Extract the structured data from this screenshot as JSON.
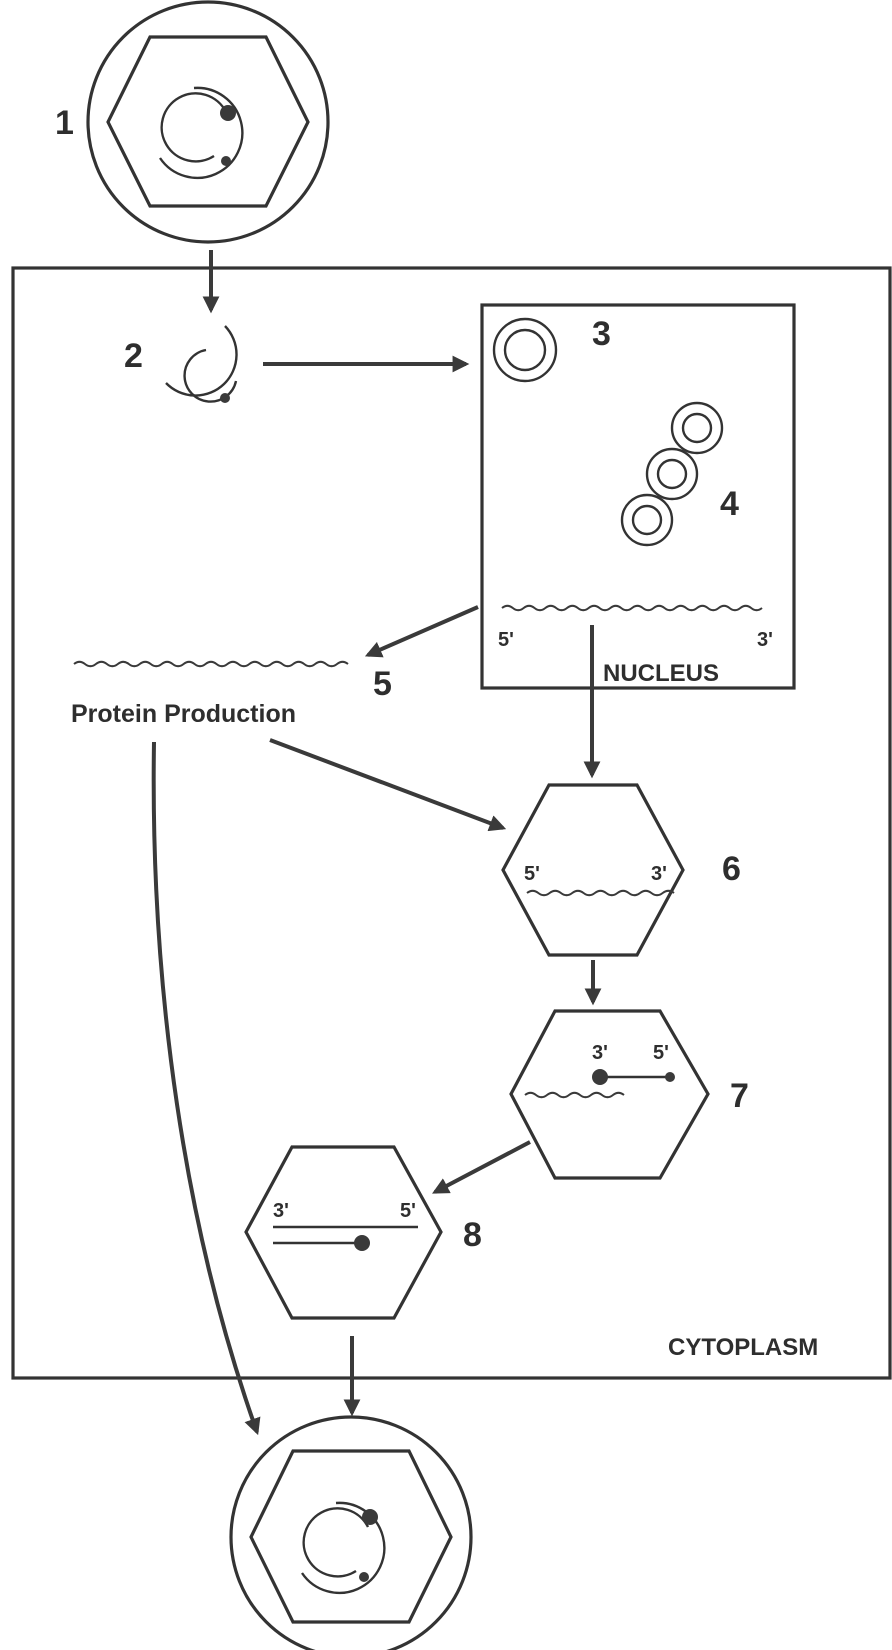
{
  "steps": {
    "s1": "1",
    "s2": "2",
    "s3": "3",
    "s4": "4",
    "s5": "5",
    "s6": "6",
    "s7": "7",
    "s8": "8"
  },
  "regions": {
    "nucleus": "NUCLEUS",
    "cytoplasm": "CYTOPLASM"
  },
  "protein_production": "Protein Production",
  "strand_ends": {
    "nucleus_5": "5'",
    "nucleus_3": "3'",
    "step6_5": "5'",
    "step6_3": "3'",
    "step7_3": "3'",
    "step7_5": "5'",
    "step8_3": "3'",
    "step8_5": "5'"
  }
}
